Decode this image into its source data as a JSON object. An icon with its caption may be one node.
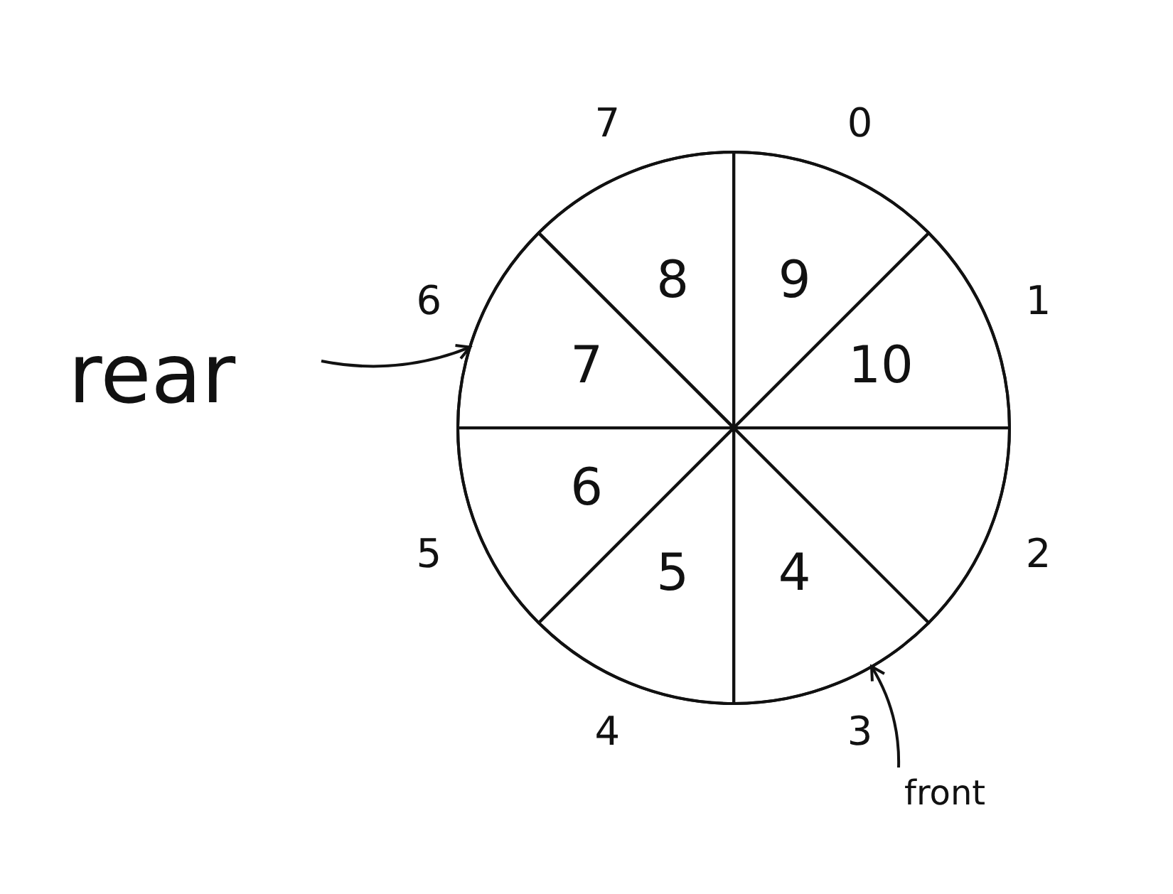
{
  "diagram": {
    "nodes": [
      {
        "text": [],
        "shape": "circle"
      },
      {
        "text": [
          "9"
        ],
        "in": 0,
        "beside": [
          "0"
        ]
      },
      {
        "text": [
          "10"
        ],
        "in": 0,
        "beside": [
          "1"
        ]
      },
      {
        "text": [],
        "shape": "sector",
        "in": 0,
        "beside": [
          "2"
        ]
      },
      {
        "text": [
          "4"
        ],
        "in": 0,
        "beside": [
          "3"
        ]
      },
      {
        "text": [
          "5"
        ],
        "in": 0,
        "beside": [
          "4"
        ]
      },
      {
        "text": [
          "6"
        ],
        "in": 0,
        "beside": [
          "5"
        ]
      },
      {
        "text": [
          "7"
        ],
        "in": 0,
        "beside": [
          "6"
        ]
      },
      {
        "text": [
          "8"
        ],
        "in": 0,
        "beside": [
          "7"
        ]
      },
      {
        "text": [
          "rear"
        ]
      },
      {
        "text": [
          "front"
        ]
      }
    ],
    "edges": [
      {
        "from": 9,
        "to": 7,
        "arrow": "to"
      },
      {
        "from": 10,
        "to": 4,
        "arrow": "to"
      }
    ]
  }
}
